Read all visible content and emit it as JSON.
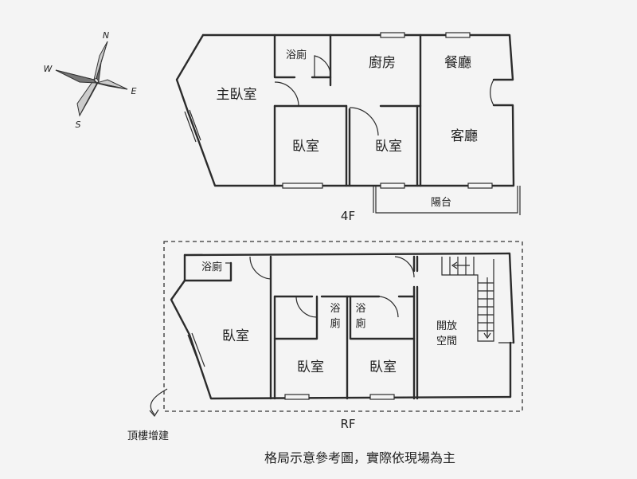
{
  "compass": {
    "n": "N",
    "e": "E",
    "s": "S",
    "w": "W"
  },
  "floor_4f": {
    "label": "4F",
    "rooms": {
      "bath": "浴廁",
      "kitchen": "廚房",
      "dining": "餐廳",
      "master_bedroom": "主臥室",
      "bedroom_1": "臥室",
      "bedroom_2": "臥室",
      "living": "客廳",
      "balcony": "陽台"
    }
  },
  "floor_rf": {
    "label": "RF",
    "rooms": {
      "bath_corner": "浴廁",
      "bath_a_line1": "浴",
      "bath_a_line2": "廁",
      "bath_b_line1": "浴",
      "bath_b_line2": "廁",
      "open_line1": "開放",
      "open_line2": "空間",
      "bedroom_west": "臥室",
      "bedroom_mid": "臥室",
      "bedroom_east": "臥室"
    }
  },
  "rooftop_addition_label": "頂樓增建",
  "footer_note": "格局示意參考圖，實際依現場為主"
}
